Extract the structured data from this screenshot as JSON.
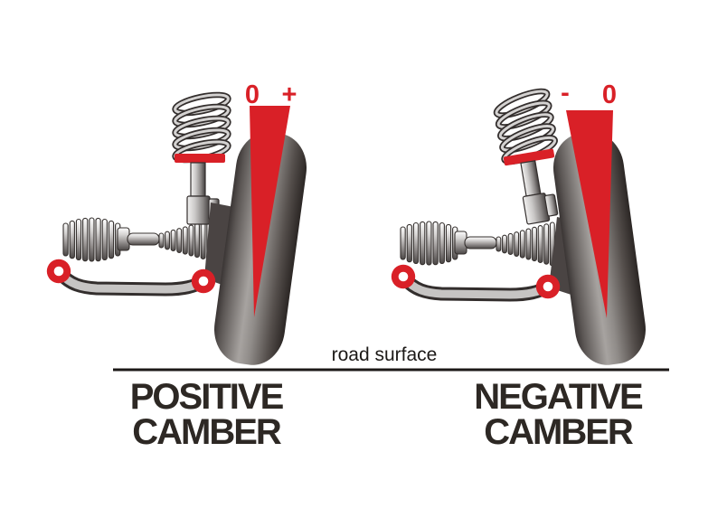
{
  "diagram": {
    "road_label": "road surface",
    "left": {
      "zero_label": "0",
      "plus_label": "+",
      "caption_line1": "POSITIVE",
      "caption_line2": "CAMBER"
    },
    "right": {
      "minus_label": "-",
      "zero_label": "0",
      "caption_line1": "NEGATIVE",
      "caption_line2": "CAMBER"
    }
  },
  "colors": {
    "red": "#d92027",
    "caption_text": "#2d2824",
    "road_text": "#1c1917",
    "road_line": "#1c1917",
    "tire_dark": "#2b2624",
    "metal_gray": "#979392",
    "knuckle_gray": "#4a4443"
  }
}
